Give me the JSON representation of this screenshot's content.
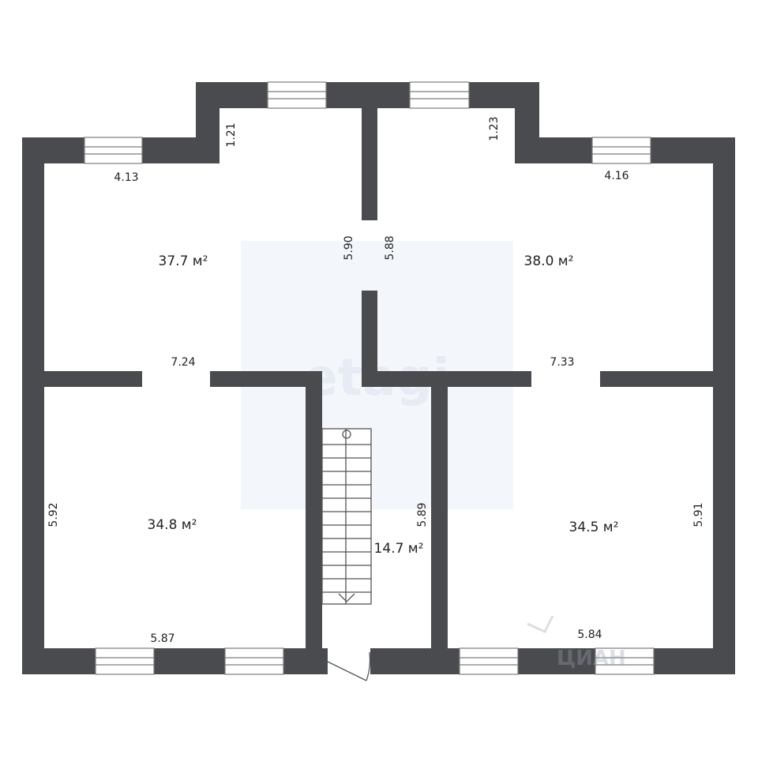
{
  "colors": {
    "wall": "#4a4b4e",
    "window_frame": "#7c7c7c",
    "text": "#222222",
    "watermark": "#e9edf5"
  },
  "watermarks": {
    "center": "etagi",
    "corner": "ЦИАН"
  },
  "rooms": [
    {
      "id": "room-top-left",
      "area": "37.7 м²"
    },
    {
      "id": "room-top-right",
      "area": "38.0 м²"
    },
    {
      "id": "room-bottom-left",
      "area": "34.8 м²"
    },
    {
      "id": "room-bottom-right",
      "area": "34.5 м²"
    },
    {
      "id": "room-hall",
      "area": "14.7 м²"
    }
  ],
  "dimensions": [
    {
      "id": "dim-top-left-width",
      "value": "4.13"
    },
    {
      "id": "dim-top-left-notch",
      "value": "1.21"
    },
    {
      "id": "dim-top-right-notch",
      "value": "1.23"
    },
    {
      "id": "dim-top-right-width",
      "value": "4.16"
    },
    {
      "id": "dim-top-left-depth",
      "value": "5.90"
    },
    {
      "id": "dim-top-right-depth",
      "value": "5.88"
    },
    {
      "id": "dim-top-left-length",
      "value": "7.24"
    },
    {
      "id": "dim-top-right-length",
      "value": "7.33"
    },
    {
      "id": "dim-bottom-left-depth",
      "value": "5.92"
    },
    {
      "id": "dim-hall-depth",
      "value": "5.89"
    },
    {
      "id": "dim-bottom-right-depth",
      "value": "5.91"
    },
    {
      "id": "dim-bottom-left-width",
      "value": "5.87"
    },
    {
      "id": "dim-bottom-right-width",
      "value": "5.84"
    }
  ]
}
